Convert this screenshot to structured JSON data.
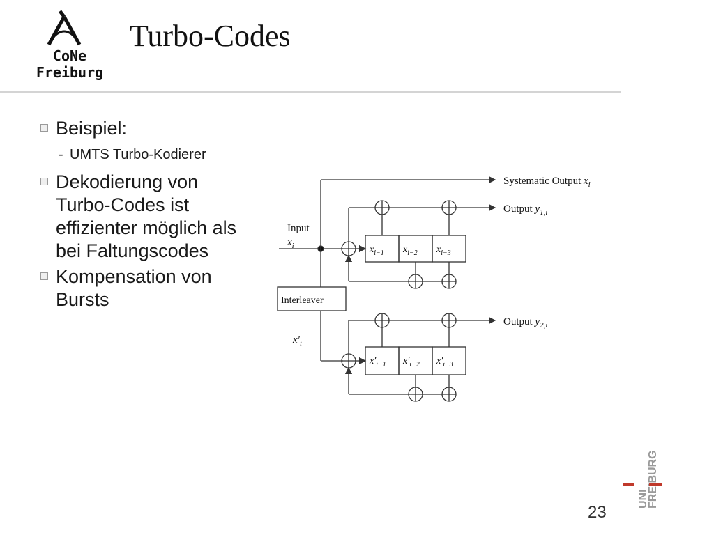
{
  "logo": {
    "line1": "CoNe",
    "line2": "Freiburg"
  },
  "title": "Turbo-Codes",
  "bullets": [
    {
      "text": "Beispiel:",
      "sub": [
        "UMTS Turbo-Kodierer"
      ]
    },
    {
      "text": "Dekodierung von Turbo-Codes ist effizienter möglich als bei Faltungscodes"
    },
    {
      "text": "Kompensation von Bursts"
    }
  ],
  "diagram": {
    "input_label": "Input",
    "interleaver_label": "Interleaver",
    "systematic_output_label": "Systematic Output",
    "output_label": "Output",
    "input_symbol": "x",
    "interleaved_symbol": "x′",
    "register_cells_upper": [
      "i−1",
      "i−2",
      "i−3"
    ],
    "register_cells_lower": [
      "i−1",
      "i−2",
      "i−3"
    ],
    "output1_subscript": "1,i",
    "output2_subscript": "2,i"
  },
  "uni_logo": {
    "uni": "UNI",
    "freiburg": "FREIBURG"
  },
  "page_number": "23"
}
